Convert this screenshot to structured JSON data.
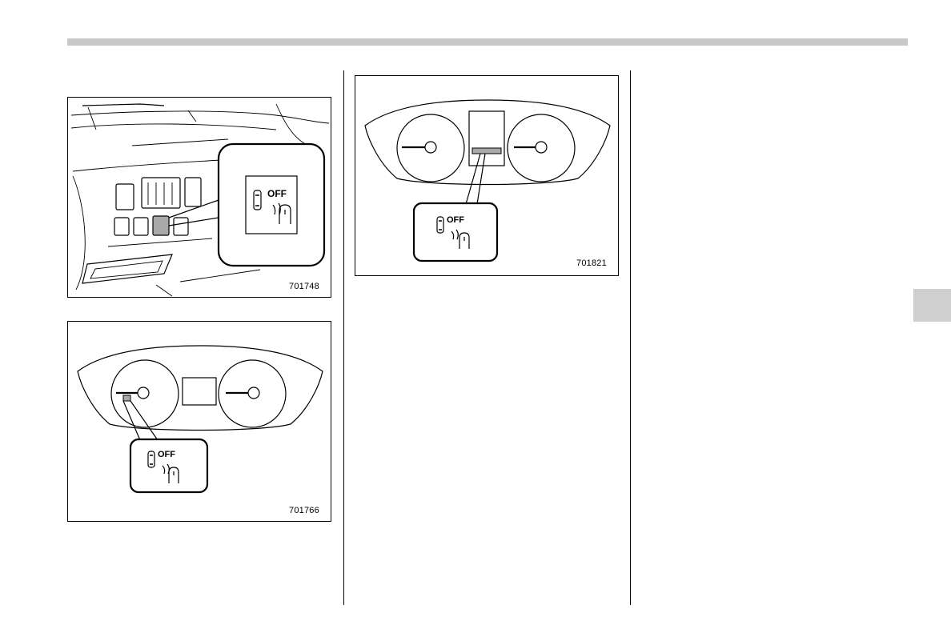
{
  "figures": [
    {
      "id": "fig1",
      "number": "701748",
      "callout": {
        "off_label": "OFF"
      }
    },
    {
      "id": "fig2",
      "number": "701766",
      "callout": {
        "off_label": "OFF"
      }
    },
    {
      "id": "fig3",
      "number": "701821",
      "callout": {
        "off_label": "OFF"
      }
    }
  ],
  "colors": {
    "rule": "#c8c8c8",
    "tab": "#cfcfcf",
    "highlight": "#a9a9a9"
  }
}
